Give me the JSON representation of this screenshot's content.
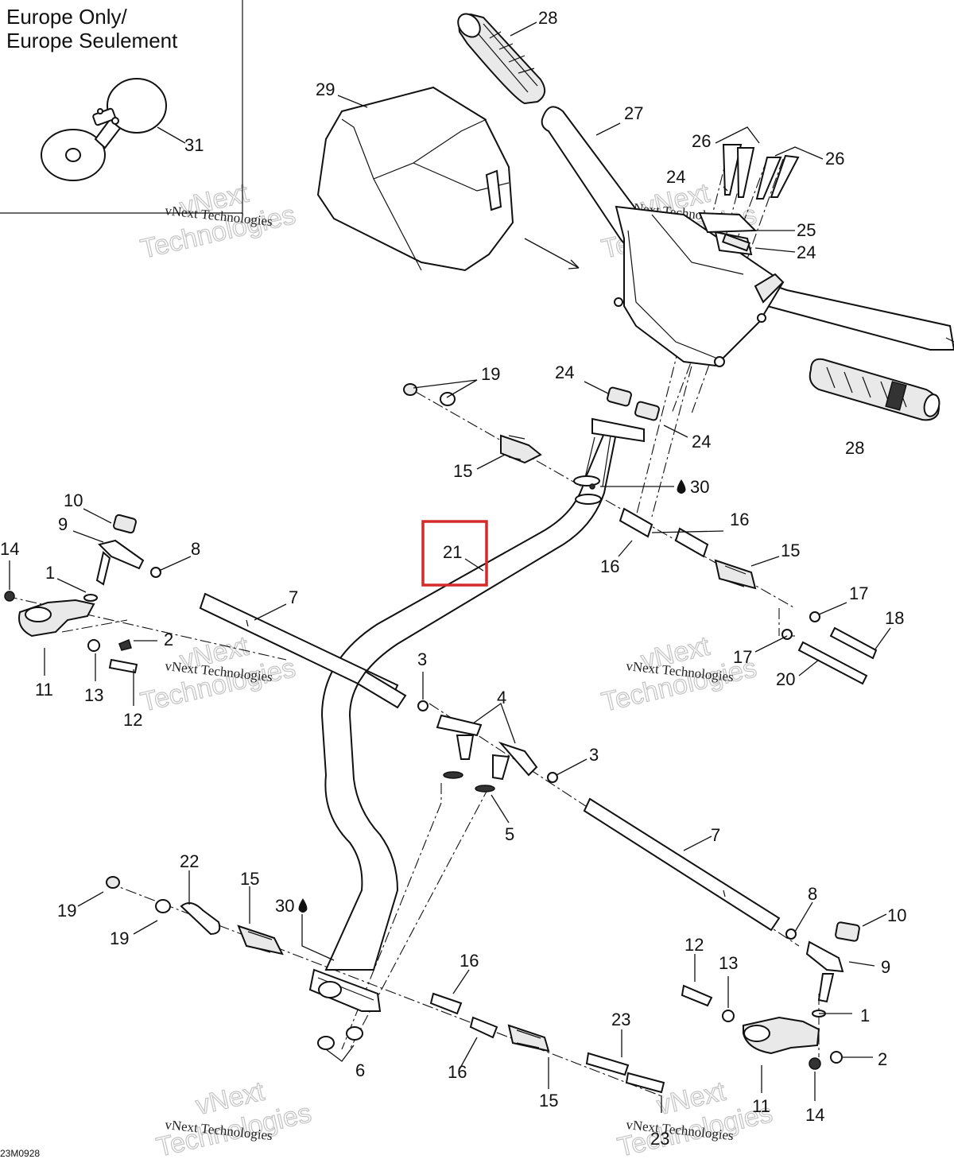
{
  "inset": {
    "title_line1": "Europe Only/",
    "title_line2": "Europe Seulement"
  },
  "drawing_code": "23M0928",
  "watermark": {
    "brand": "vNext Technologies",
    "word1": "vNext",
    "word2": "Technologies"
  },
  "highlight": {
    "label": "21",
    "color": "#d42a2a"
  },
  "callouts": {
    "c31": "31",
    "c29": "29",
    "c28a": "28",
    "c28b": "28",
    "c27": "27",
    "c26a": "26",
    "c26b": "26",
    "c25": "25",
    "c24a": "24",
    "c24b": "24",
    "c24c": "24",
    "c24d": "24",
    "c19a": "19",
    "c19b": "19",
    "c19c": "19",
    "c15a": "15",
    "c15b": "15",
    "c15c": "15",
    "c15d": "15",
    "c30a": "30",
    "c30b": "30",
    "c16a": "16",
    "c16b": "16",
    "c16c": "16",
    "c16d": "16",
    "c17a": "17",
    "c17b": "17",
    "c18": "18",
    "c20": "20",
    "c10a": "10",
    "c10b": "10",
    "c9a": "9",
    "c9b": "9",
    "c8a": "8",
    "c8b": "8",
    "c14a": "14",
    "c14b": "14",
    "c1a": "1",
    "c1b": "1",
    "c2a": "2",
    "c2b": "2",
    "c7a": "7",
    "c7b": "7",
    "c11a": "11",
    "c11b": "11",
    "c13a": "13",
    "c13b": "13",
    "c12a": "12",
    "c12b": "12",
    "c3a": "3",
    "c3b": "3",
    "c4": "4",
    "c5": "5",
    "c6": "6",
    "c22": "22",
    "c23a": "23",
    "c23b": "23"
  }
}
